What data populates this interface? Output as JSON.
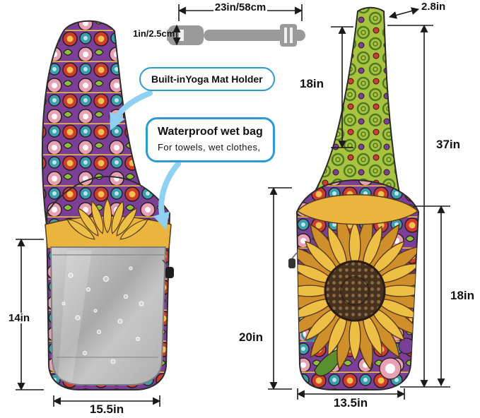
{
  "measurements": {
    "strap_length": "23in/58cm",
    "strap_width": "1in/2.5cm",
    "strap_top_width": "2.8in",
    "strap_height": "18in",
    "total_height": "37in",
    "front_pocket_height": "18in",
    "main_body_height": "20in",
    "wet_bag_height": "14in",
    "left_bottom_width": "15.5in",
    "right_bottom_width": "13.5in"
  },
  "callouts": {
    "mat_holder": {
      "label": "Built-inYoga Mat Holder"
    },
    "wet_bag": {
      "title": "Waterproof wet bag",
      "subtitle": "For towels, wet clothes,"
    }
  },
  "colors": {
    "callout_blue": "#2e9ad4",
    "arrow_blue": "#8ed1f0",
    "dimension_line": "#1a1a1a",
    "buckle_gray": "#9a9a9a",
    "silver_pocket": "#b9b9b9",
    "sunflower_yellow": "#eebf45",
    "sunflower_center": "#46311f",
    "band_yellow": "#eab53c"
  }
}
